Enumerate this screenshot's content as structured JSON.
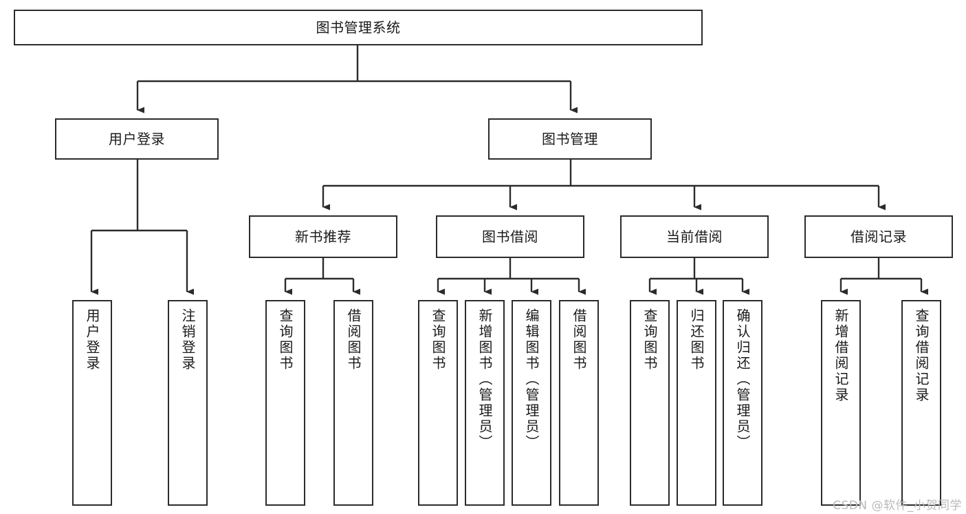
{
  "diagram": {
    "type": "hierarchy-tree",
    "title": "图书管理系统",
    "colors": {
      "stroke": "#2b2b2b",
      "fill": "#ffffff",
      "text": "#1a1a1a",
      "watermark": "#b9b9b9"
    },
    "levels": {
      "root": {
        "label": "图书管理系统"
      },
      "level2": [
        {
          "label": "用户登录"
        },
        {
          "label": "图书管理"
        }
      ],
      "level3": [
        {
          "label": "新书推荐"
        },
        {
          "label": "图书借阅"
        },
        {
          "label": "当前借阅"
        },
        {
          "label": "借阅记录"
        }
      ],
      "leaves": {
        "user_login": [
          {
            "label": "用户登录"
          },
          {
            "label": "注销登录"
          }
        ],
        "new_book_recommend": [
          {
            "label": "查询图书"
          },
          {
            "label": "借阅图书"
          }
        ],
        "book_borrow": [
          {
            "label": "查询图书"
          },
          {
            "label": "新增图书（管理员）"
          },
          {
            "label": "编辑图书（管理员）"
          },
          {
            "label": "借阅图书"
          }
        ],
        "current_borrow": [
          {
            "label": "查询图书"
          },
          {
            "label": "归还图书"
          },
          {
            "label": "确认归还（管理员）"
          }
        ],
        "borrow_record": [
          {
            "label": "新增借阅记录"
          },
          {
            "label": "查询借阅记录"
          }
        ]
      }
    }
  },
  "watermark": {
    "text": "CSDN @软件_小贺同学"
  }
}
